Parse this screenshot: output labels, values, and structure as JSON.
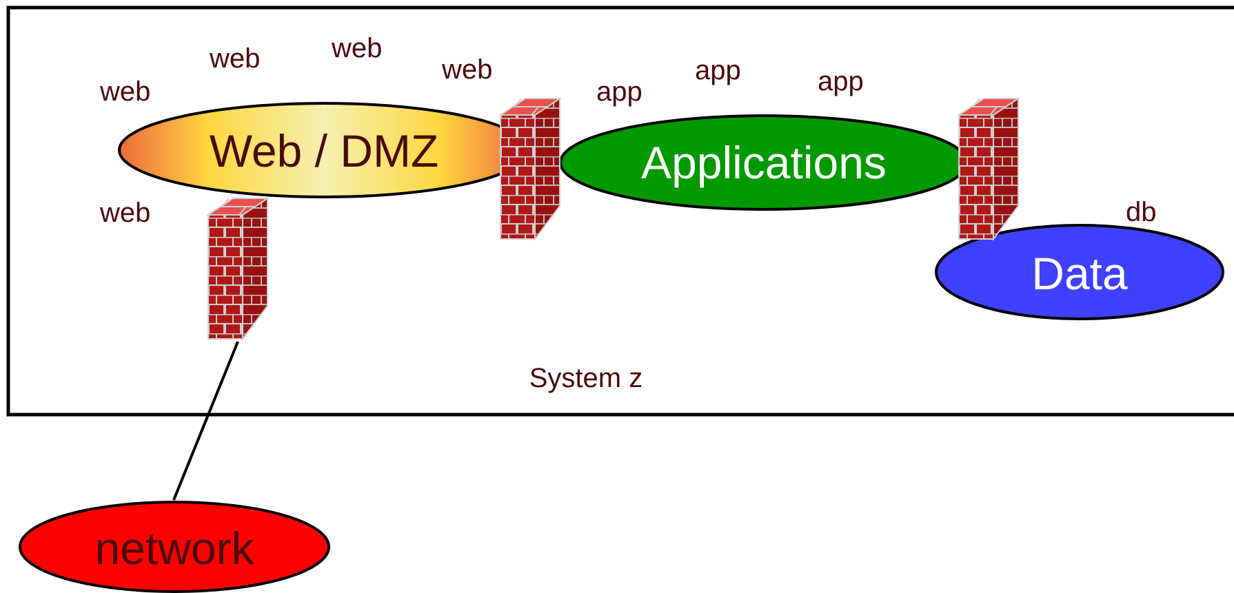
{
  "diagram": {
    "system_label": "System z",
    "zones": {
      "web": {
        "label": "Web / DMZ"
      },
      "applications": {
        "label": "Applications"
      },
      "data": {
        "label": "Data"
      },
      "network": {
        "label": "network"
      }
    },
    "web_labels": [
      "web",
      "web",
      "web",
      "web",
      "web"
    ],
    "app_labels": [
      "app",
      "app",
      "app"
    ],
    "db_label": "db",
    "colors": {
      "text_dark": "#4a0a0a",
      "applications_fill": "#009900",
      "data_fill": "#4040ff",
      "network_fill": "#ff0000",
      "web_gradient_edge": "#f07840",
      "web_gradient_mid": "#ffe040",
      "web_gradient_center": "#f4f0b0",
      "brick": "#b01818",
      "brick_light": "#e85050",
      "mortar": "#c8c8c8"
    }
  }
}
